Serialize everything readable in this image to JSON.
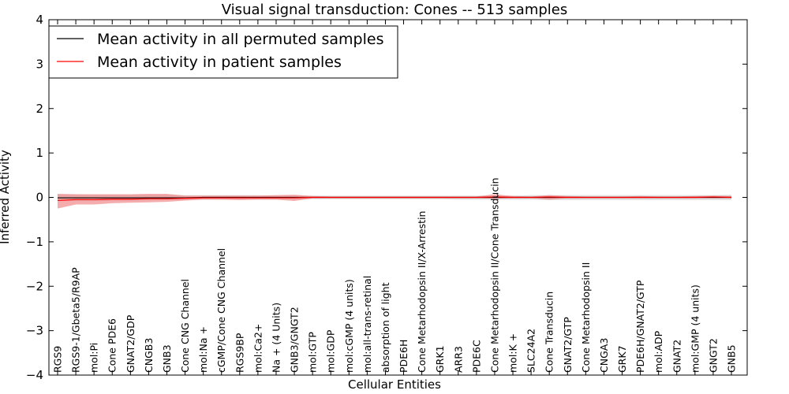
{
  "chart_data": {
    "type": "line",
    "title": "Visual signal transduction: Cones -- 513 samples",
    "xlabel": "Cellular Entities",
    "ylabel": "Inferred Activity",
    "ylim": [
      -4,
      4
    ],
    "yticks": [
      "−4",
      "−3",
      "−2",
      "−1",
      "0",
      "1",
      "2",
      "3",
      "4"
    ],
    "yticks_values": [
      -4,
      -3,
      -2,
      -1,
      0,
      1,
      2,
      3,
      4
    ],
    "grid": false,
    "legend_position": "top-left",
    "categories": [
      "RGS9",
      "RGS9-1/Gbeta5/R9AP",
      "mol:Pi",
      "Cone PDE6",
      "GNAT2/GDP",
      "CNGB3",
      "GNB3",
      "Cone CNG Channel",
      "mol:Na +",
      "cGMP/Cone CNG Channel",
      "RGS9BP",
      "mol:Ca2+",
      "Na + (4 Units)",
      "GNB3/GNGT2",
      "mol:GTP",
      "mol:GDP",
      "mol:cGMP (4 units)",
      "mol:all-trans-retinal",
      "absorption of light",
      "PDE6H",
      "Cone Metarhodopsin II/X-Arrestin",
      "GRK1",
      "ARR3",
      "PDE6C",
      "Cone Metarhodopsin II/Cone Transducin",
      "mol:K +",
      "SLC24A2",
      "Cone Transducin",
      "GNAT2/GTP",
      "Cone Metarhodopsin II",
      "CNGA3",
      "GRK7",
      "PDE6H/GNAT2/GTP",
      "mol:ADP",
      "GNAT2",
      "mol:GMP (4 units)",
      "GNGT2",
      "GNB5"
    ],
    "series": [
      {
        "name": "Mean activity in all permuted samples",
        "color": "#000000",
        "values": [
          -0.01,
          -0.01,
          -0.01,
          -0.01,
          -0.01,
          -0.01,
          -0.01,
          -0.01,
          0,
          0,
          0,
          0,
          0,
          0,
          0,
          0,
          0,
          0,
          0,
          0,
          0,
          0,
          0,
          0,
          0,
          0,
          0,
          0,
          0,
          0,
          0,
          0,
          0,
          0,
          0,
          0,
          0,
          0
        ],
        "lower": [
          -0.08,
          -0.08,
          -0.08,
          -0.07,
          -0.07,
          -0.07,
          -0.06,
          -0.06,
          -0.05,
          -0.05,
          -0.05,
          -0.05,
          -0.05,
          -0.05,
          -0.04,
          -0.04,
          -0.04,
          -0.04,
          -0.04,
          -0.04,
          -0.04,
          -0.04,
          -0.05,
          -0.05,
          -0.05,
          -0.05,
          -0.05,
          -0.06,
          -0.06,
          -0.06,
          -0.06,
          -0.06,
          -0.06,
          -0.06,
          -0.06,
          -0.06,
          -0.06,
          -0.06
        ],
        "upper": [
          0.07,
          0.07,
          0.06,
          0.06,
          0.06,
          0.06,
          0.06,
          0.05,
          0.05,
          0.05,
          0.05,
          0.05,
          0.04,
          0.04,
          0.04,
          0.04,
          0.04,
          0.04,
          0.04,
          0.04,
          0.04,
          0.04,
          0.04,
          0.04,
          0.04,
          0.04,
          0.05,
          0.05,
          0.05,
          0.05,
          0.05,
          0.05,
          0.05,
          0.05,
          0.05,
          0.05,
          0.05,
          0.06
        ]
      },
      {
        "name": "Mean activity in patient samples",
        "color": "#ff0000",
        "values": [
          -0.07,
          -0.05,
          -0.05,
          -0.04,
          -0.04,
          -0.03,
          -0.03,
          -0.02,
          -0.01,
          -0.01,
          -0.01,
          -0.01,
          -0.01,
          -0.01,
          0,
          0,
          0,
          0,
          0,
          0,
          0,
          0,
          0,
          0,
          0.01,
          0,
          0,
          0.01,
          0,
          0,
          0,
          0,
          0,
          0,
          0,
          0,
          0.01,
          0
        ],
        "lower": [
          -0.25,
          -0.16,
          -0.16,
          -0.13,
          -0.12,
          -0.11,
          -0.1,
          -0.07,
          -0.05,
          -0.05,
          -0.06,
          -0.05,
          -0.05,
          -0.08,
          -0.02,
          -0.02,
          -0.02,
          -0.02,
          -0.02,
          -0.02,
          -0.02,
          -0.02,
          -0.02,
          -0.02,
          -0.03,
          -0.02,
          -0.02,
          -0.05,
          -0.02,
          -0.02,
          -0.02,
          -0.02,
          -0.02,
          -0.02,
          -0.02,
          -0.02,
          -0.02,
          -0.02
        ],
        "upper": [
          0.08,
          0.07,
          0.07,
          0.07,
          0.07,
          0.08,
          0.08,
          0.04,
          0.04,
          0.04,
          0.04,
          0.04,
          0.05,
          0.06,
          0.03,
          0.02,
          0.02,
          0.02,
          0.02,
          0.02,
          0.02,
          0.02,
          0.02,
          0.02,
          0.07,
          0.03,
          0.02,
          0.05,
          0.03,
          0.02,
          0.02,
          0.02,
          0.03,
          0.02,
          0.02,
          0.03,
          0.04,
          0.03
        ]
      }
    ],
    "colors": {
      "permuted_band": "#c8c8c8",
      "patient_band": "#f08080"
    }
  }
}
